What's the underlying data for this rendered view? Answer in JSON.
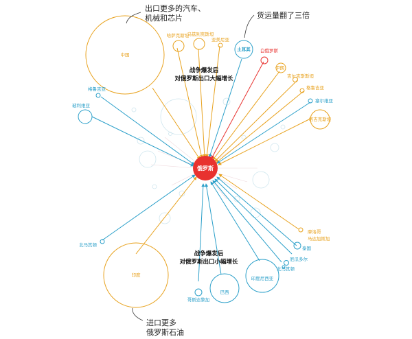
{
  "center": {
    "label": "俄罗斯",
    "color": "#e8322f"
  },
  "colors": {
    "exporter": "#e8a21e",
    "importer": "#2a9fc9",
    "belarus": "#e8322f",
    "faint": "#cfe6ee"
  },
  "annotations": {
    "top_left_line1": "出口更多的汽车、",
    "top_left_line2": "机械和芯片",
    "top_right": "货运量翻了三倍",
    "mid_top_line1": "战争爆发后",
    "mid_top_line2": "对俄罗斯出口大幅增长",
    "mid_bottom_line1": "战争爆发后",
    "mid_bottom_line2": "对俄罗斯出口小幅增长",
    "bottom_left_line1": "进口更多",
    "bottom_left_line2": "俄罗斯石油"
  },
  "countries": {
    "china": "中国",
    "kazakhstan": "哈萨克斯坦",
    "uzbekistan": "乌兹别克斯坦",
    "armenia": "亚美尼亚",
    "turkey": "土耳其",
    "belarus": "白俄罗斯",
    "iran": "伊朗",
    "kyrgyzstan": "吉尔吉斯斯坦",
    "georgia": "格鲁吉亚",
    "serbia": "塞尔维亚",
    "tajikistan": "塔吉克斯坦",
    "kyrgyz_blue": "格鲁吉亚",
    "morocco": "摩洛哥",
    "bolivia": "玻利维亚",
    "india": "印度",
    "brazil": "巴西",
    "costa_rica": "哥斯达黎加",
    "indonesia": "印度尼西亚",
    "ecuador": "厄瓜多尔",
    "macedonia": "北马其顿",
    "thailand": "泰国",
    "morocco2": "马达加斯加"
  }
}
